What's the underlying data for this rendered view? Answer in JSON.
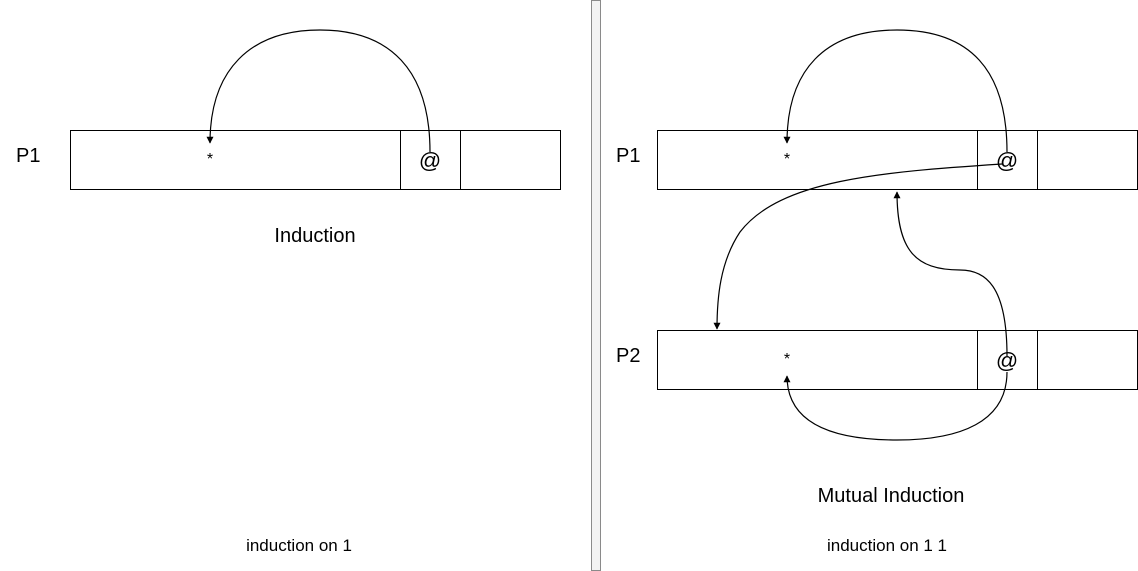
{
  "left_panel": {
    "row": {
      "label": "P1",
      "star": "*",
      "at": "@"
    },
    "title": "Induction",
    "caption": "induction on 1"
  },
  "right_panel": {
    "rows": [
      {
        "label": "P1",
        "star": "*",
        "at": "@"
      },
      {
        "label": "P2",
        "star": "*",
        "at": "@"
      }
    ],
    "title": "Mutual Induction",
    "caption": "induction on 1 1"
  }
}
